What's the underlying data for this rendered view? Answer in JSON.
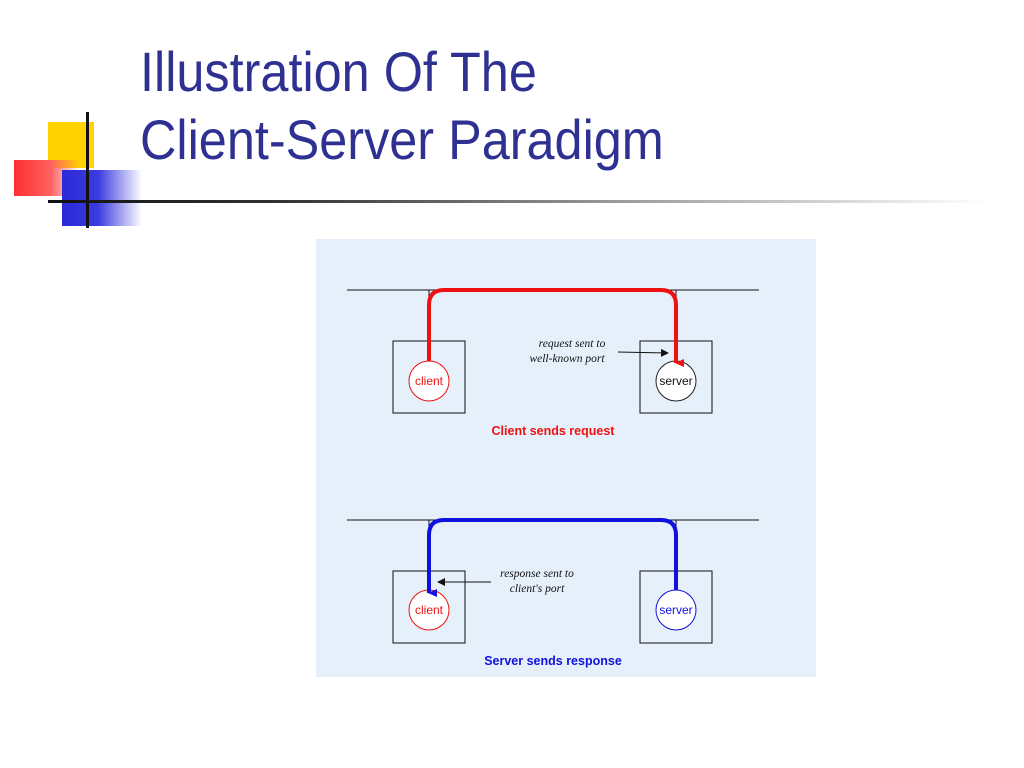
{
  "slide": {
    "title_line1": "Illustration Of The",
    "title_line2": "Client-Server Paradigm"
  },
  "diagram": {
    "top": {
      "client_label": "client",
      "server_label": "server",
      "note_line1": "request sent to",
      "note_line2": "well-known port",
      "caption": "Client sends request",
      "path_color": "#ee1111"
    },
    "bottom": {
      "client_label": "client",
      "server_label": "server",
      "note_line1": "response sent to",
      "note_line2": "client's port",
      "caption": "Server sends response",
      "path_color": "#1111dd"
    }
  },
  "colors": {
    "title": "#2e3192",
    "figure_background": "#e6f0fb",
    "client_circle": "#ee1111",
    "server_circle_top": "#222222",
    "server_circle_bottom": "#1111dd"
  }
}
